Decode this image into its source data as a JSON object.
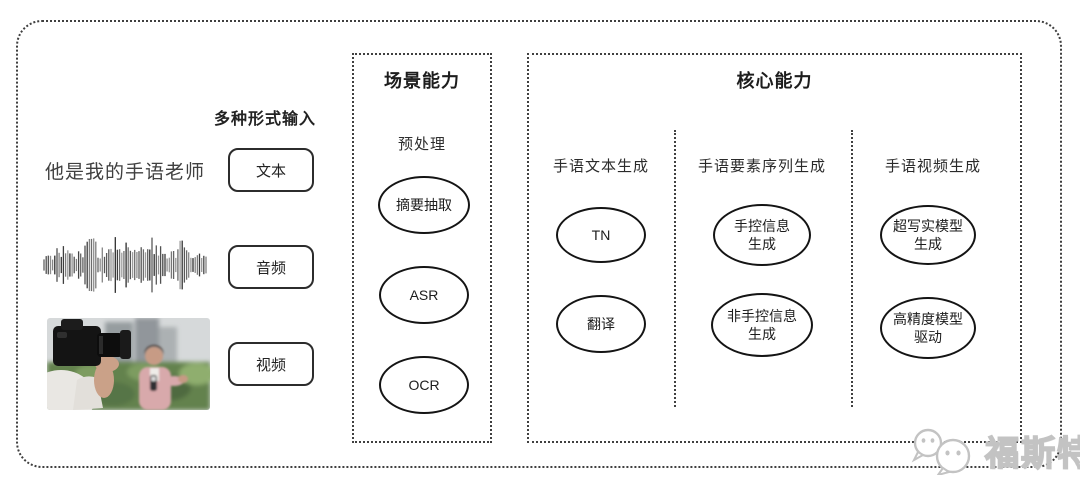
{
  "colors": {
    "background": "#ffffff",
    "border": "#3f3f3f",
    "node_border": "#141414",
    "text": "#2d2d2d",
    "watermark_gray": "#c3c3c3",
    "reporter_pink": "#d8a9ab",
    "hedge_green": "#64824e"
  },
  "input_section": {
    "label": "多种形式输入",
    "sentence": "他是我的手语老师",
    "items": [
      {
        "label": "文本"
      },
      {
        "label": "音频"
      },
      {
        "label": "视频"
      }
    ],
    "icons": {
      "audio": "audio-waveform-icon",
      "video": "interview-photo"
    }
  },
  "scene_box": {
    "title": "场景能力",
    "subtitle": "预处理",
    "nodes": [
      "摘要抽取",
      "ASR",
      "OCR"
    ]
  },
  "core_box": {
    "title": "核心能力",
    "columns": [
      {
        "title": "手语文本生成",
        "nodes": [
          "TN",
          "翻译"
        ]
      },
      {
        "title": "手语要素序列生成",
        "nodes": [
          "手控信息\n生成",
          "非手控信息\n生成"
        ]
      },
      {
        "title": "手语视频生成",
        "nodes": [
          "超写实模型\n生成",
          "高精度模型\n驱动"
        ]
      }
    ]
  },
  "watermark": {
    "icon": "wechat-logo-icon",
    "text": "福斯特"
  }
}
